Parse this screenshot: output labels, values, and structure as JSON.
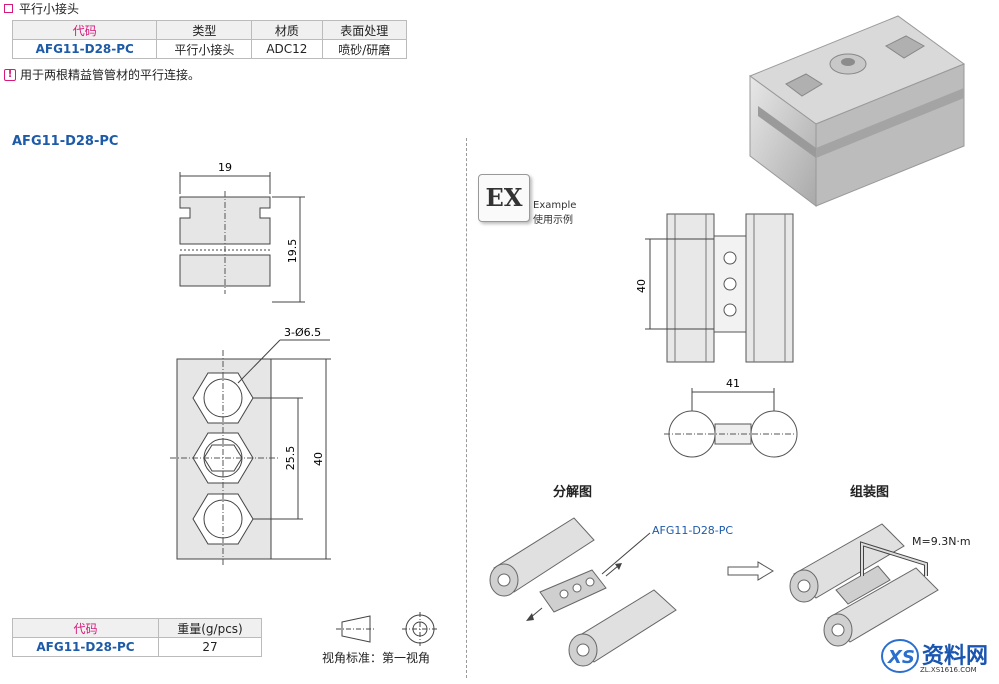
{
  "header": {
    "title": "平行小接头"
  },
  "spec_table": {
    "headers": [
      "代码",
      "类型",
      "材质",
      "表面处理"
    ],
    "row": [
      "AFG11-D28-PC",
      "平行小接头",
      "ADC12",
      "喷砂/研磨"
    ]
  },
  "note": "用于两根精益管管材的平行连接。",
  "model_label": "AFG11-D28-PC",
  "drawing_dims": {
    "top_width": "19",
    "top_height": "19.5",
    "holes": "3-Ø6.5",
    "hole_pitch": "25.5",
    "length": "40"
  },
  "example": {
    "badge": "EX",
    "en": "Example",
    "cn": "使用示例",
    "dim_height": "40",
    "dim_width": "41"
  },
  "sections": {
    "exploded": "分解图",
    "assembled": "组装图",
    "part_callout": "AFG11-D28-PC",
    "torque": "M=9.3N·m"
  },
  "weight_table": {
    "headers": [
      "代码",
      "重量(g/pcs)"
    ],
    "row": [
      "AFG11-D28-PC",
      "27"
    ]
  },
  "projection": "视角标准：第一视角",
  "watermark": {
    "text": "资料网",
    "url": "ZL.XS1616.COM"
  },
  "colors": {
    "accent_magenta": "#d6197a",
    "accent_blue": "#1d5ba8"
  }
}
